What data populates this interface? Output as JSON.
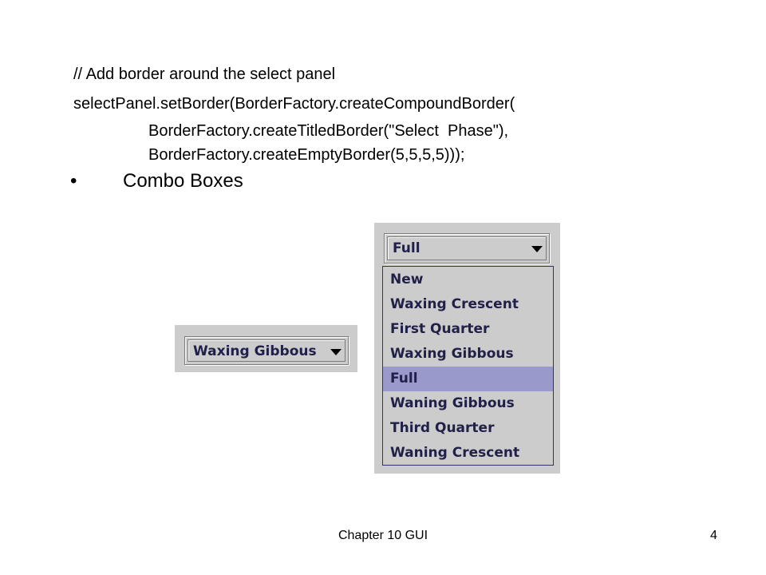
{
  "code": {
    "line1": "// Add border around the select panel",
    "line2": "selectPanel.setBorder(BorderFactory.createCompoundBorder(",
    "line3": "BorderFactory.createTitledBorder(\"Select  Phase\"),",
    "line4": "BorderFactory.createEmptyBorder(5,5,5,5)));"
  },
  "bullet": {
    "symbol": "•",
    "text": "Combo Boxes"
  },
  "small_combo": {
    "selected": "Waxing Gibbous",
    "arrow_icon": "triangle-down-icon"
  },
  "open_combo": {
    "selected": "Full",
    "arrow_icon": "triangle-down-icon",
    "options": [
      "New",
      "Waxing Crescent",
      "First Quarter",
      "Waxing Gibbous",
      "Full",
      "Waning Gibbous",
      "Third Quarter",
      "Waning Crescent"
    ],
    "highlighted_index": 4
  },
  "colors": {
    "panel": "#cccccc",
    "highlight": "#9999cc",
    "item_text": "#202048"
  },
  "footer": {
    "title": "Chapter 10 GUI",
    "page": "4"
  }
}
